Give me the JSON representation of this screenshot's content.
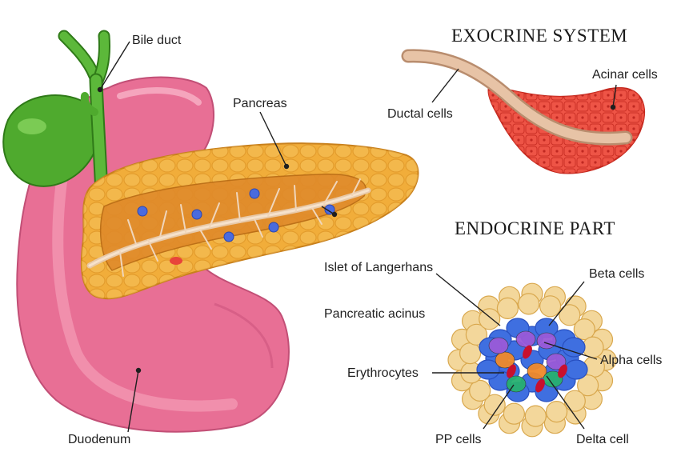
{
  "headings": {
    "exocrine": "EXOCRINE SYSTEM",
    "endocrine": "ENDOCRINE PART"
  },
  "labels": {
    "bile_duct": "Bile duct",
    "pancreas": "Pancreas",
    "ductal_cells": "Ductal cells",
    "acinar_cells": "Acinar cells",
    "islet": "Islet of Langerhans",
    "pancreatic_acinus": "Pancreatic acinus",
    "beta_cells": "Beta cells",
    "alpha_cells": "Alpha cells",
    "erythrocytes": "Erythrocytes",
    "duodenum": "Duodenum",
    "pp_cells": "PP cells",
    "delta_cell": "Delta cell"
  },
  "colors": {
    "gallbladder": "#4faa2e",
    "duodenum": "#e56f93",
    "pancreas": "#f1ad3a",
    "acinar": "#e8443a",
    "duct": "#d9b59a",
    "beta_cell": "#3f6fe0",
    "alpha_cell": "#9a5ad8",
    "delta_cell": "#f08a2a",
    "pp_cell": "#27b070",
    "erythrocyte": "#c8102e",
    "acinus_cell": "#f3d79b"
  }
}
